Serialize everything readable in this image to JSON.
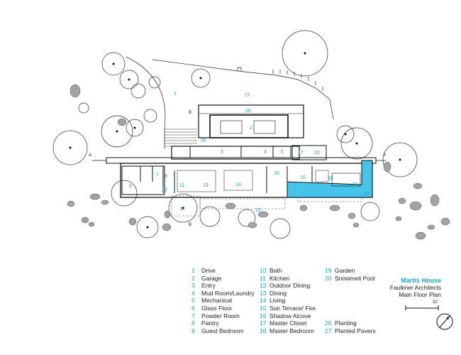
{
  "legend": [
    {
      "n": "1",
      "label": "Drive"
    },
    {
      "n": "2",
      "label": "Garage"
    },
    {
      "n": "3",
      "label": "Entry"
    },
    {
      "n": "4",
      "label": "Mud Room/Laundry"
    },
    {
      "n": "5",
      "label": "Mechanical"
    },
    {
      "n": "6",
      "label": "Glass Floor"
    },
    {
      "n": "7",
      "label": "Powder Room"
    },
    {
      "n": "8",
      "label": "Pantry"
    },
    {
      "n": "9",
      "label": "Guest Bedroom"
    },
    {
      "n": "10",
      "label": "Bath"
    },
    {
      "n": "11",
      "label": "Kitchen"
    },
    {
      "n": "12",
      "label": "Outdoor Dining"
    },
    {
      "n": "13",
      "label": "Dining"
    },
    {
      "n": "14",
      "label": "Living"
    },
    {
      "n": "15",
      "label": "Sun Terrace/ Fire"
    },
    {
      "n": "16",
      "label": "Shadow Alcove"
    },
    {
      "n": "17",
      "label": "Master Closet"
    },
    {
      "n": "18",
      "label": "Master Bedroom"
    },
    {
      "n": "19",
      "label": "Garden"
    },
    {
      "n": "20",
      "label": "Snowmelt Pool"
    },
    {
      "n": "26",
      "label": "Planting"
    },
    {
      "n": "27",
      "label": "Planted Pavers"
    }
  ],
  "title": {
    "name": "Martis House",
    "firm": "Faulkner Architects",
    "sheet": "Main Floor Plan"
  },
  "scale_label": "32'",
  "section_marks": {
    "a": "A",
    "b": "B"
  },
  "colors": {
    "accent": "#1aa3c9",
    "pool": "#45c3ea",
    "line": "#111111",
    "rock": "#9e9e9e"
  }
}
